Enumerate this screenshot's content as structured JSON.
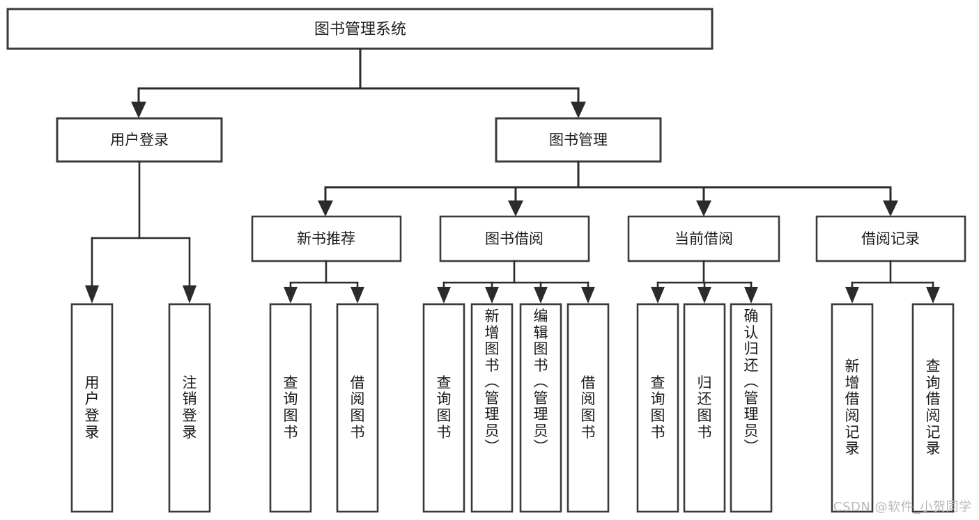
{
  "diagram": {
    "type": "tree",
    "title": "图书管理系统",
    "orientation": "top-down",
    "colors": {
      "box_stroke": "#3a3a3a",
      "connector": "#2b2b2b",
      "background": "#ffffff",
      "text": "#1a1a1a",
      "watermark": "#b9b9b9"
    },
    "root": {
      "label": "图书管理系统"
    },
    "level1": [
      {
        "label": "用户登录"
      },
      {
        "label": "图书管理"
      }
    ],
    "level2": [
      {
        "label": "新书推荐"
      },
      {
        "label": "图书借阅"
      },
      {
        "label": "当前借阅"
      },
      {
        "label": "借阅记录"
      }
    ],
    "leaves": {
      "user_login": [
        {
          "label": "用户登录"
        },
        {
          "label": "注销登录"
        }
      ],
      "new_book_recommend": [
        {
          "label": "查询图书"
        },
        {
          "label": "借阅图书"
        }
      ],
      "book_borrow": [
        {
          "label": "查询图书"
        },
        {
          "label": "新增图书（管理员）"
        },
        {
          "label": "编辑图书（管理员）"
        },
        {
          "label": "借阅图书"
        }
      ],
      "current_borrow": [
        {
          "label": "查询图书"
        },
        {
          "label": "归还图书"
        },
        {
          "label": "确认归还（管理员）"
        }
      ],
      "borrow_record": [
        {
          "label": "新增借阅记录"
        },
        {
          "label": "查询借阅记录"
        }
      ]
    }
  },
  "watermark": {
    "text": "CSDN @软件_小贺同学"
  }
}
